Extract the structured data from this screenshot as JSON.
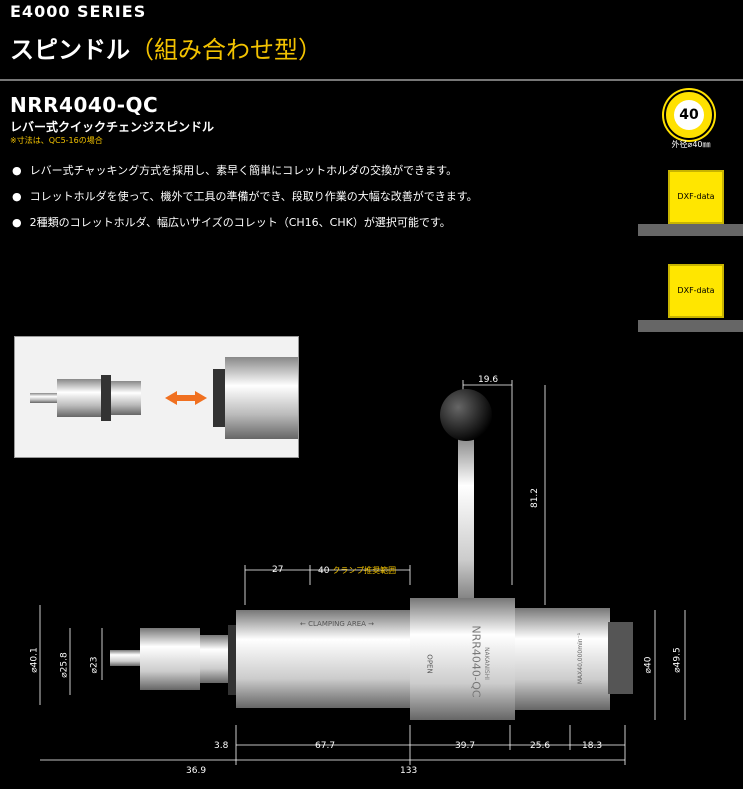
{
  "header": {
    "series": "E4000 SERIES",
    "title_main": "スピンドル",
    "title_paren": "（組み合わせ型）"
  },
  "product": {
    "model": "NRR4040-QC",
    "subtitle": "レバー式クイックチェンジスピンドル",
    "note": "※寸法は、QC5-16の場合",
    "features": [
      "レバー式チャッキング方式を採用し、素早く簡単にコレットホルダの交換ができます。",
      "コレットホルダを使って、機外で工具の準備ができ、段取り作業の大幅な改善ができます。",
      "2種類のコレットホルダ、幅広いサイズのコレット（CH16、CHK）が選択可能です。"
    ]
  },
  "badge": {
    "value": "40",
    "caption": "外径⌀40㎜",
    "color": "#ffe100"
  },
  "dxf_buttons": [
    "DXF-data",
    "DXF-data"
  ],
  "drawing": {
    "dims": {
      "lever_offset": "19.6",
      "lever_height": "81.2",
      "d1": "27",
      "clamp_len": "40",
      "clamp_label": "クランプ推奨範囲",
      "bottom1": "3.8",
      "bottom2": "67.7",
      "bottom3": "39.7",
      "bottom4": "25.6",
      "bottom5": "18.3",
      "total_left": "36.9",
      "total": "133",
      "dia_outer": "⌀40.1",
      "dia_25": "⌀25.8",
      "dia_23": "⌀23",
      "dia_40": "⌀40",
      "dia_49": "⌀49.5"
    },
    "body_text": {
      "clamping": "← CLAMPING AREA →",
      "open": "OPEN",
      "model_print": "NRR4040-QC",
      "brand": "NAKANISHI",
      "max_rpm": "MAX40,000min⁻¹"
    }
  }
}
